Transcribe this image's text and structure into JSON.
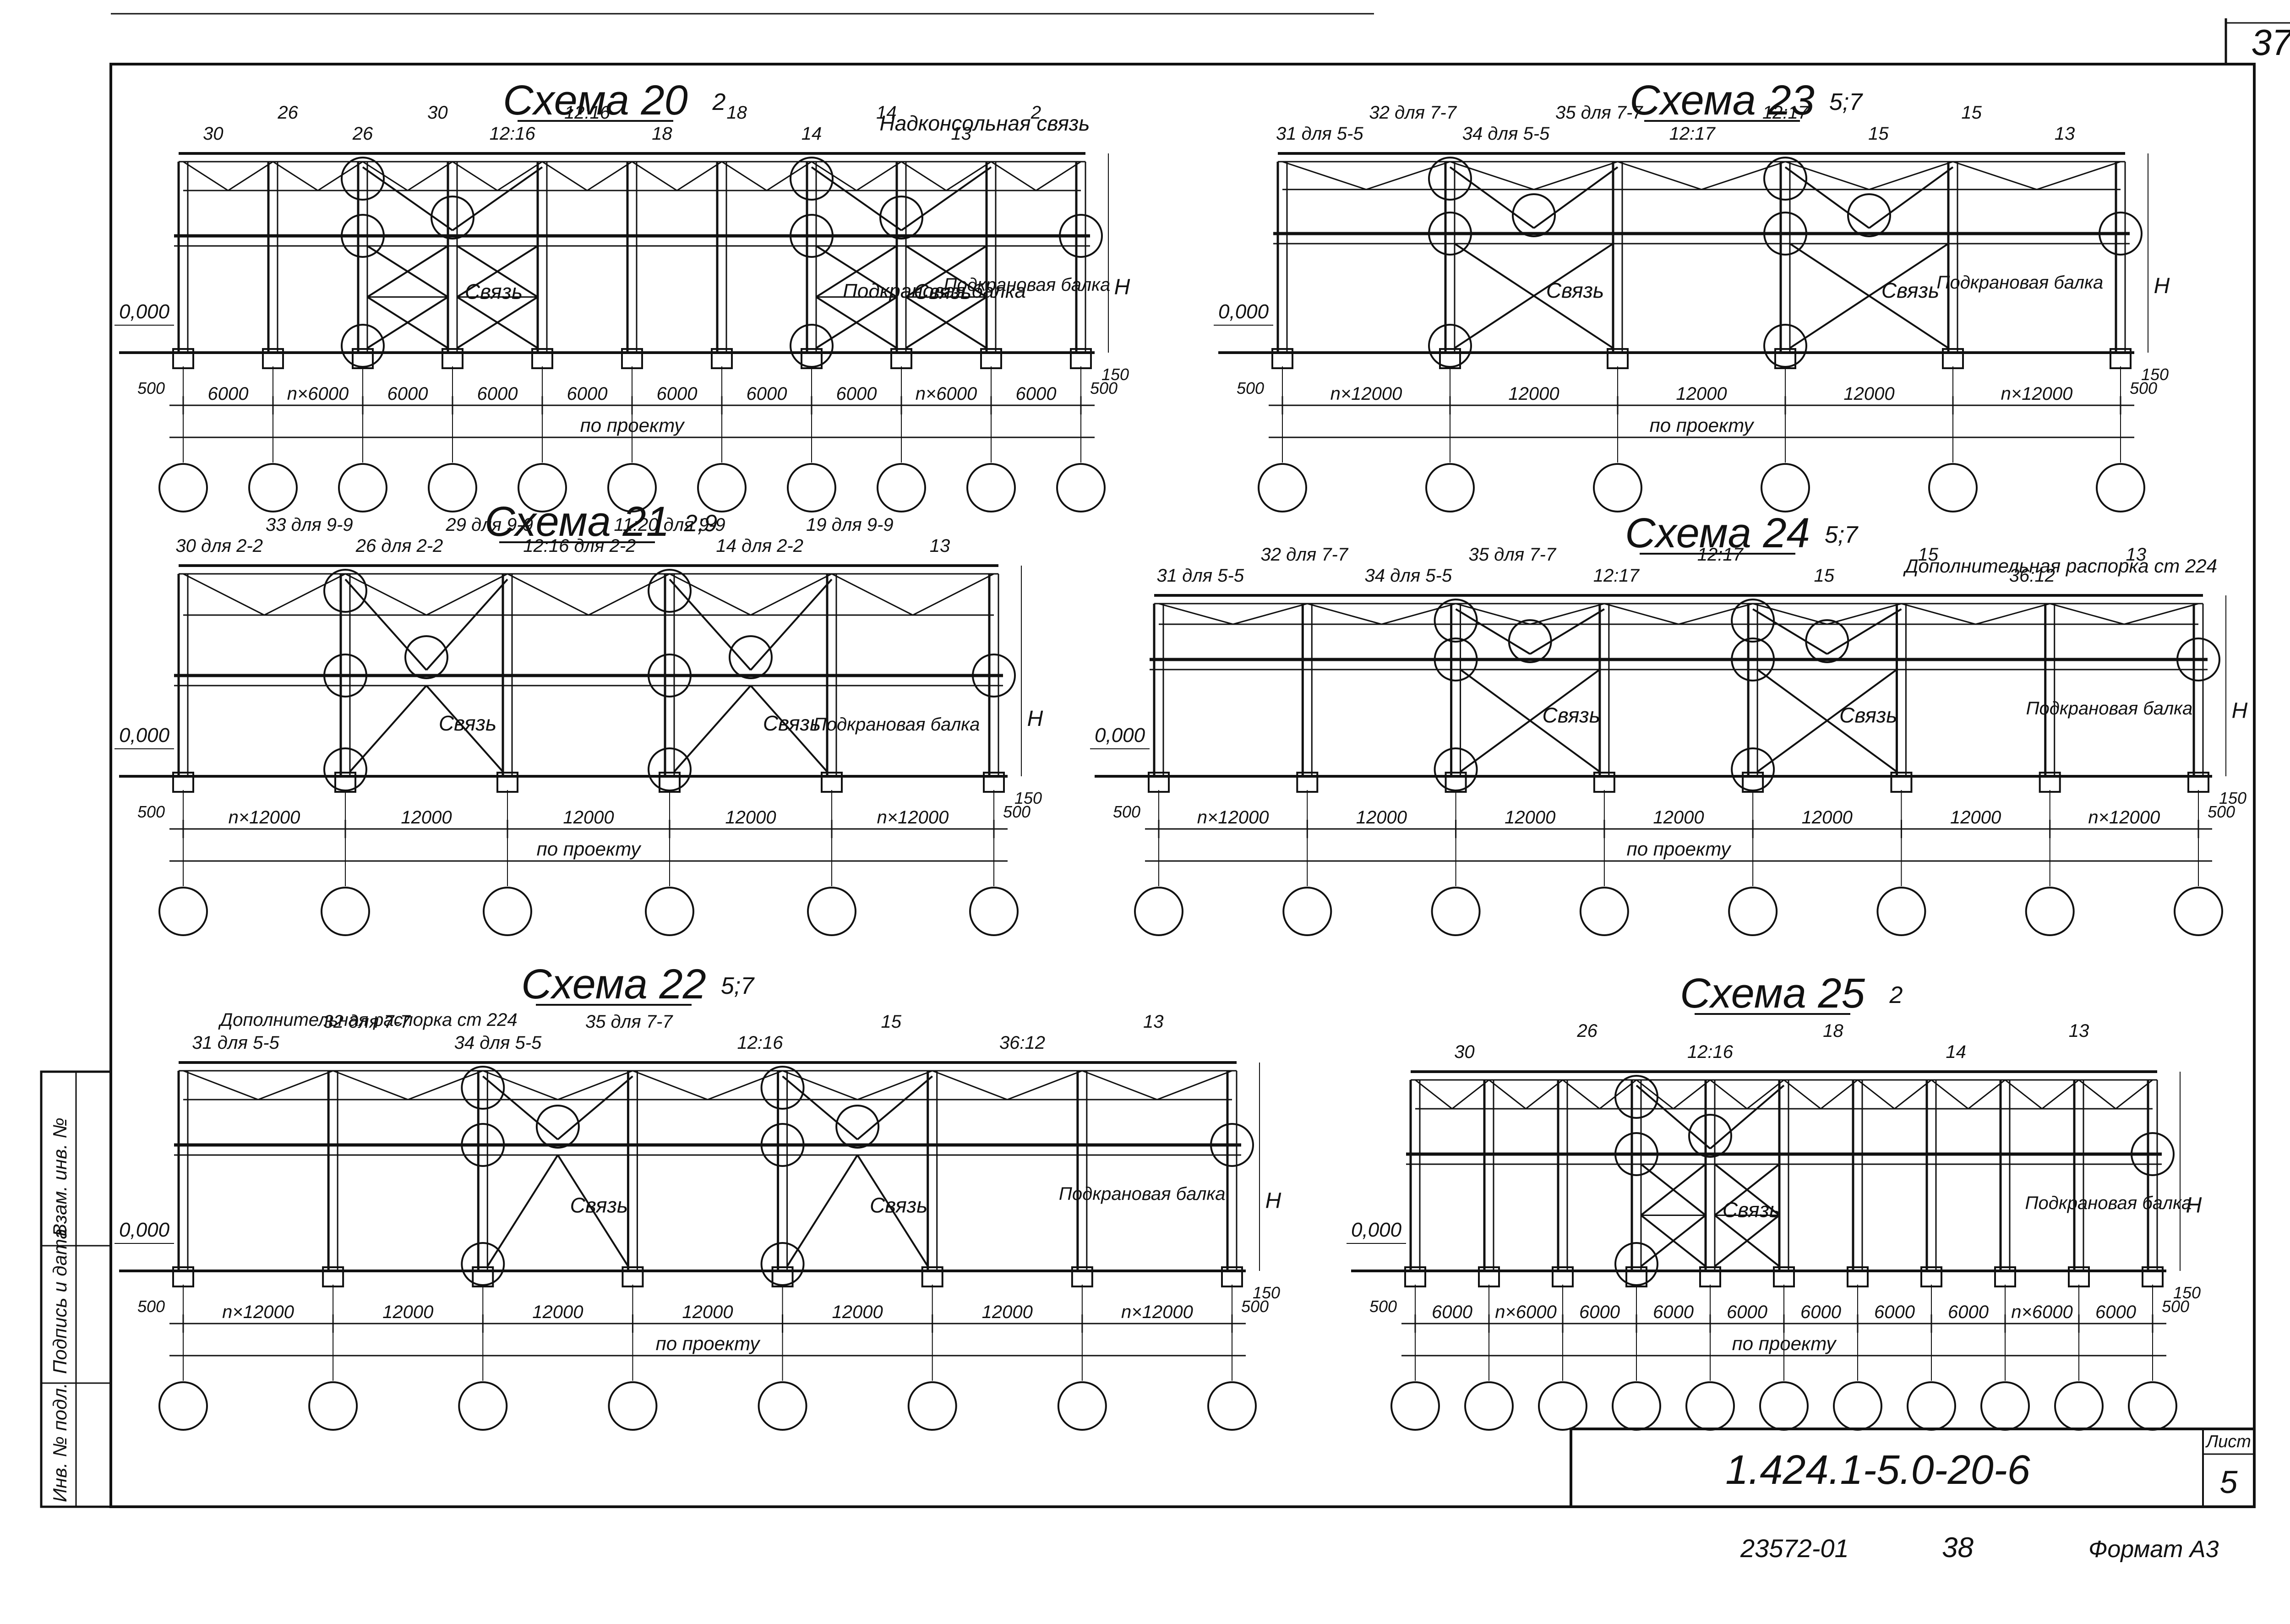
{
  "sheet": {
    "page_number": "37",
    "page_number_bottom": "38",
    "designation": "1.424.1-5.0-20-6",
    "sheet_label": "Лист",
    "sheet_no": "5",
    "inventory_no": "23572-01",
    "format": "Формат А3",
    "side_stamp": [
      "Инв. № подл.",
      "Подпись и дата",
      "Взам. инв. №"
    ]
  },
  "common": {
    "zero_level": "0,000",
    "offset_500": "500",
    "offset_150": "150",
    "height_H": "H",
    "by_project": "по проекту",
    "crane_beam": "Подкрановая балка",
    "bracing": "Связь",
    "over_console_bracing": "Надконсольная связь",
    "extra_strut": "Дополнительная распорка ст 224"
  },
  "schemes": [
    {
      "title": "Схема 20",
      "section": "2",
      "marks": [
        "30",
        "26",
        "26",
        "30",
        "12:16",
        "12:16",
        "18",
        "18",
        "14",
        "14",
        "13",
        "2"
      ],
      "spans": [
        "6000",
        "n×6000",
        "6000",
        "6000",
        "6000",
        "6000",
        "6000",
        "6000",
        "n×6000",
        "6000"
      ]
    },
    {
      "title": "Схема 21",
      "section": "2;9",
      "marks": [
        "30 для 2-2",
        "33 для 9-9",
        "26 для 2-2",
        "29 для 9-9",
        "12:16 для 2-2",
        "11:20 для 9-9",
        "14 для 2-2",
        "19 для 9-9",
        "13"
      ],
      "spans": [
        "n×12000",
        "12000",
        "12000",
        "12000",
        "n×12000"
      ]
    },
    {
      "title": "Схема 22",
      "section": "5;7",
      "marks": [
        "31 для 5-5",
        "32 для 7-7",
        "34 для 5-5",
        "35 для 7-7",
        "12:16",
        "15",
        "36:12",
        "13"
      ],
      "spans": [
        "n×12000",
        "12000",
        "12000",
        "12000",
        "12000",
        "12000",
        "n×12000"
      ]
    },
    {
      "title": "Схема 23",
      "section": "5;7",
      "marks": [
        "31 для 5-5",
        "32 для 7-7",
        "34 для 5-5",
        "35 для 7-7",
        "12:17",
        "12:17",
        "15",
        "15",
        "13"
      ],
      "spans": [
        "n×12000",
        "12000",
        "12000",
        "12000",
        "n×12000"
      ]
    },
    {
      "title": "Схема 24",
      "section": "5;7",
      "marks": [
        "31 для 5-5",
        "32 для 7-7",
        "34 для 5-5",
        "35 для 7-7",
        "12:17",
        "12:17",
        "15",
        "15",
        "36:12",
        "13"
      ],
      "spans": [
        "n×12000",
        "12000",
        "12000",
        "12000",
        "12000",
        "12000",
        "n×12000"
      ]
    },
    {
      "title": "Схема 25",
      "section": "2",
      "marks": [
        "30",
        "26",
        "12:16",
        "18",
        "14",
        "13"
      ],
      "spans": [
        "6000",
        "n×6000",
        "6000",
        "6000",
        "6000",
        "6000",
        "6000",
        "6000",
        "n×6000",
        "6000"
      ]
    }
  ]
}
